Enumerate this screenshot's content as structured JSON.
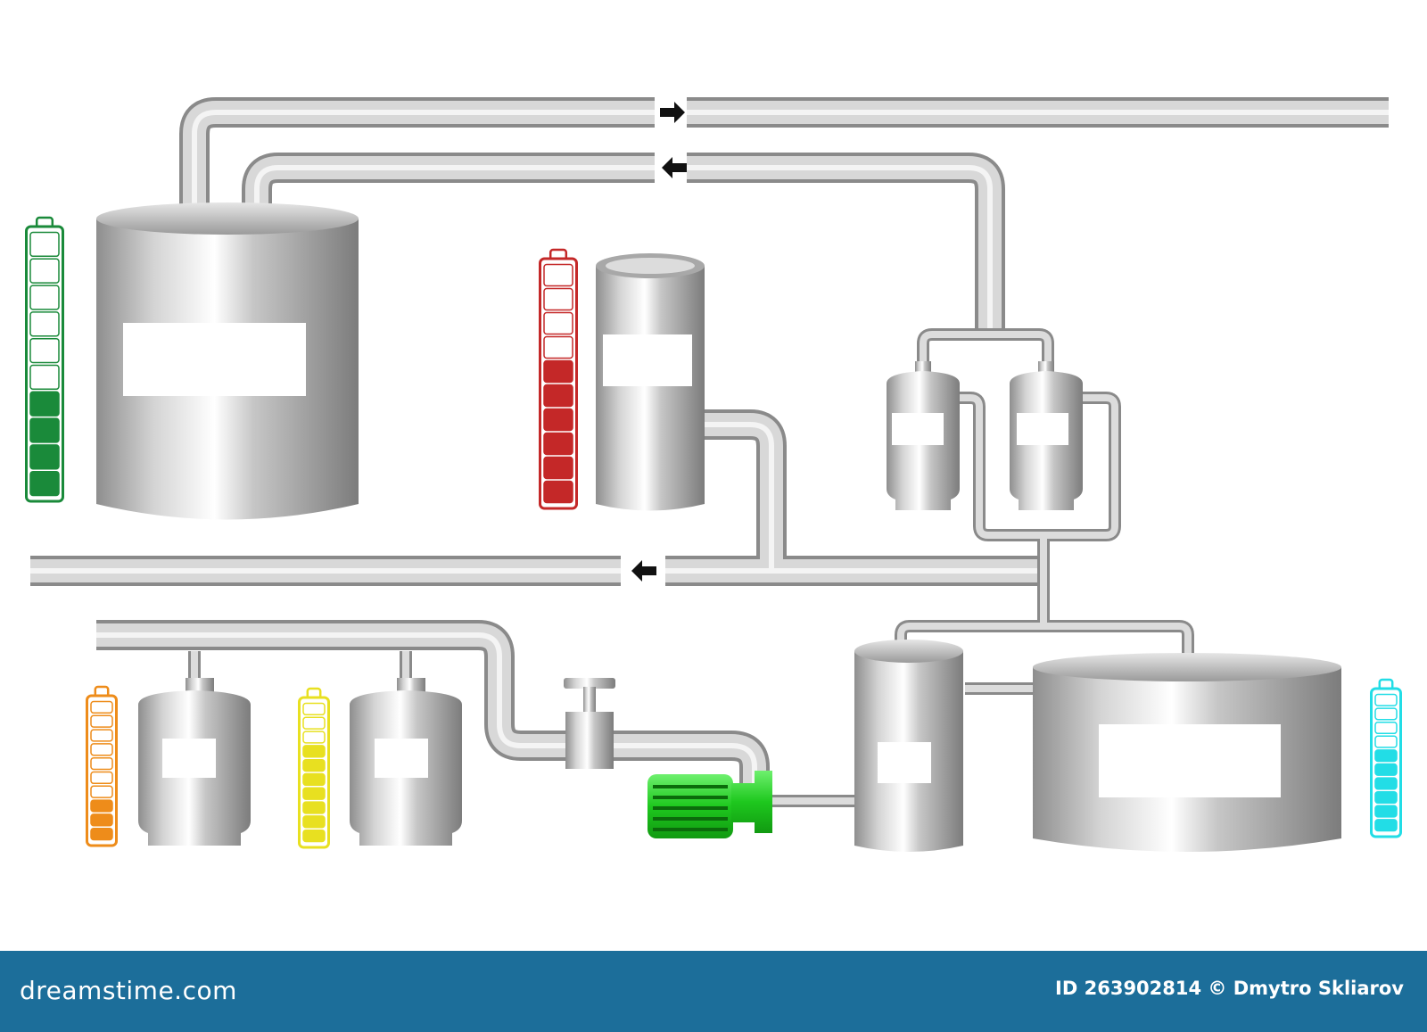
{
  "footer": {
    "brand": "dreamstime.com",
    "credit": "ID 263902814 © Dmytro Skliarov"
  },
  "colors": {
    "pipe": "#b4b4b4",
    "tank_metal": "#c8c8c8",
    "label_panel": "#ffffff",
    "pump": "#22cc22",
    "footer_bg": "#1c6e9a"
  },
  "level_indicators": [
    {
      "id": "level-green",
      "color": "#1a8a3a",
      "segments": 10,
      "filled": 4
    },
    {
      "id": "level-red",
      "color": "#c42828",
      "segments": 10,
      "filled": 6
    },
    {
      "id": "level-orange",
      "color": "#ee8c1a",
      "segments": 10,
      "filled": 3
    },
    {
      "id": "level-yellow",
      "color": "#e8e020",
      "segments": 10,
      "filled": 7
    },
    {
      "id": "level-cyan",
      "color": "#22dde6",
      "segments": 10,
      "filled": 6
    }
  ],
  "flow_arrows": [
    {
      "id": "arrow-top-right",
      "direction": "right"
    },
    {
      "id": "arrow-second-left",
      "direction": "left"
    },
    {
      "id": "arrow-middle-left",
      "direction": "left"
    }
  ]
}
